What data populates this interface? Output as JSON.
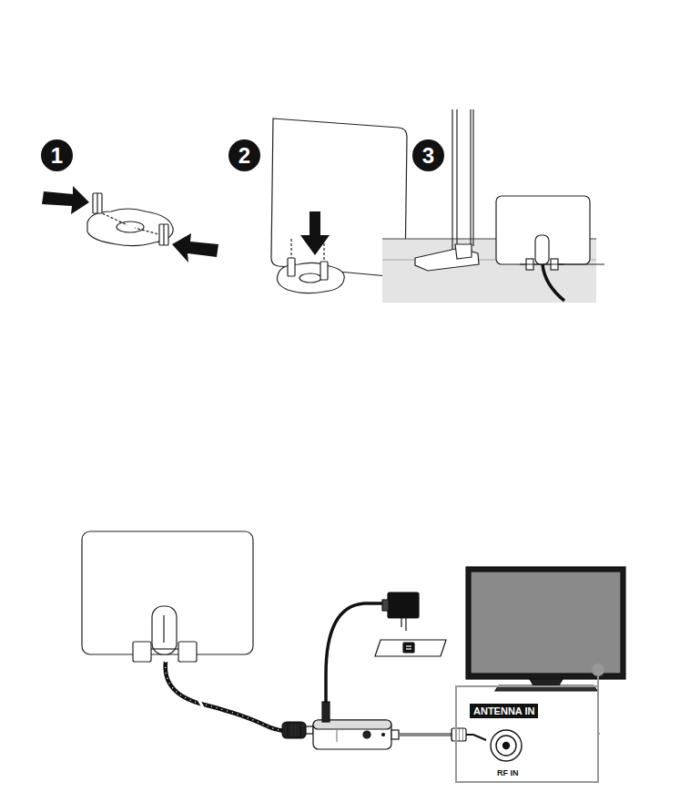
{
  "diagram": {
    "nodes": [
      {
        "text": [
          "1"
        ]
      },
      {
        "text": [
          "2"
        ]
      },
      {
        "text": [
          "3"
        ]
      },
      {
        "text": [
          "ANTENNA IN",
          "RF IN"
        ]
      }
    ]
  }
}
